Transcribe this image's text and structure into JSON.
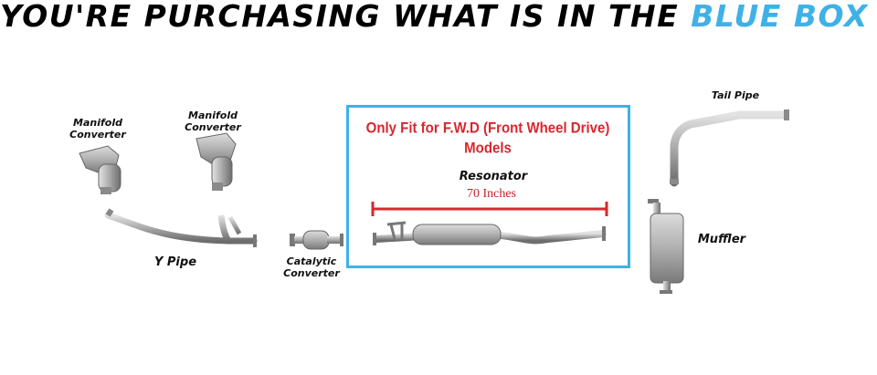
{
  "headline": {
    "prefix": "YOU'RE PURCHASING WHAT IS IN THE ",
    "accent": "BLUE BOX",
    "accent_color": "#3fb1e6"
  },
  "parts": {
    "manifold_converter_left": "Manifold\nConverter",
    "manifold_converter_right": "Manifold\nConverter",
    "y_pipe": "Y Pipe",
    "catalytic_converter": "Catalytic\nConverter",
    "resonator": "Resonator",
    "tail_pipe": "Tail Pipe",
    "muffler": "Muffler"
  },
  "blue_box": {
    "note": "Only Fit for F.W.D (Front Wheel Drive) Models",
    "length_label": "70 Inches",
    "border_color": "#3fb1e6",
    "note_color": "#d9262d"
  }
}
